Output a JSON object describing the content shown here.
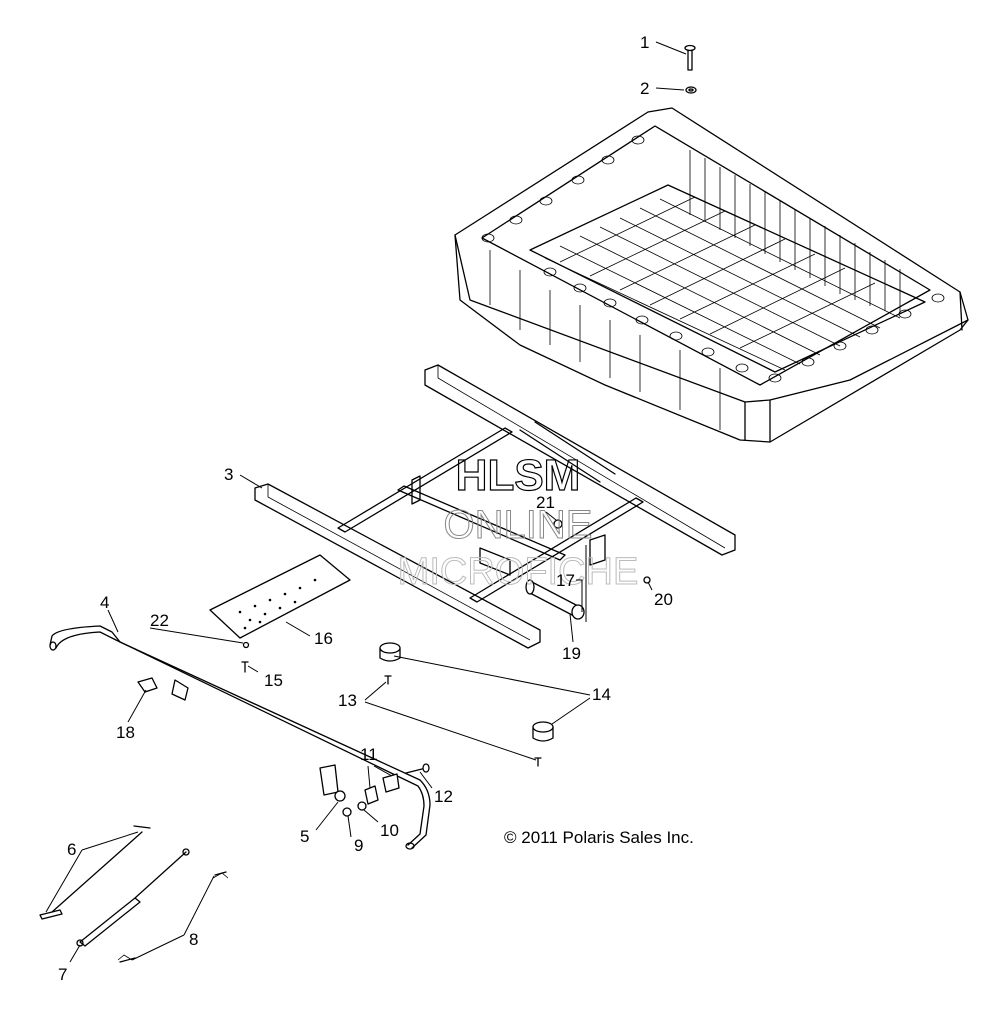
{
  "watermark": {
    "line1": "HLSM",
    "line2": "ONLINE",
    "line3": "MICROFICHE"
  },
  "copyright": "© 2011 Polaris Sales Inc.",
  "callouts": [
    "1",
    "2",
    "3",
    "4",
    "5",
    "6",
    "7",
    "8",
    "9",
    "10",
    "11",
    "12",
    "13",
    "14",
    "15",
    "16",
    "17",
    "18",
    "19",
    "20",
    "21",
    "22"
  ]
}
